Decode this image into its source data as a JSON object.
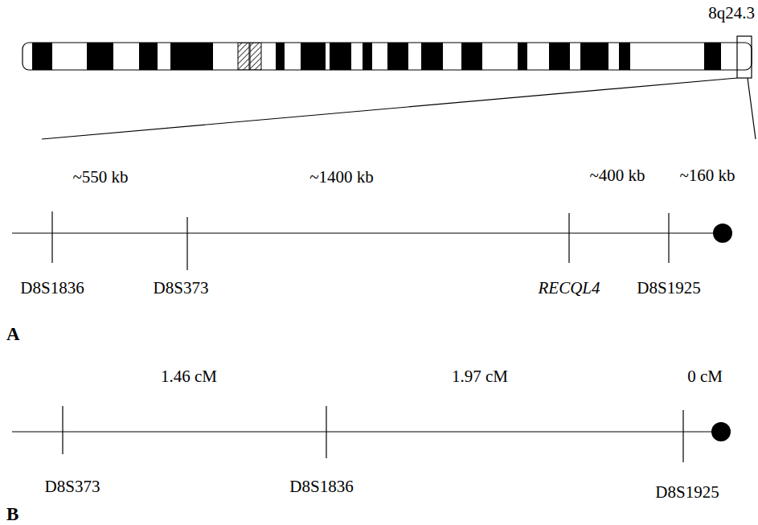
{
  "diagram": {
    "labels": [
      "8q24.3",
      "~550 kb",
      "~1400 kb",
      "~400 kb",
      "~160 kb",
      "D8S1836",
      "D8S373",
      "RECQL4",
      "D8S1925",
      "A",
      "1.46 cM",
      "1.97 cM",
      "0 cM",
      "D8S373",
      "D8S1836",
      "D8S1925",
      "B"
    ]
  }
}
